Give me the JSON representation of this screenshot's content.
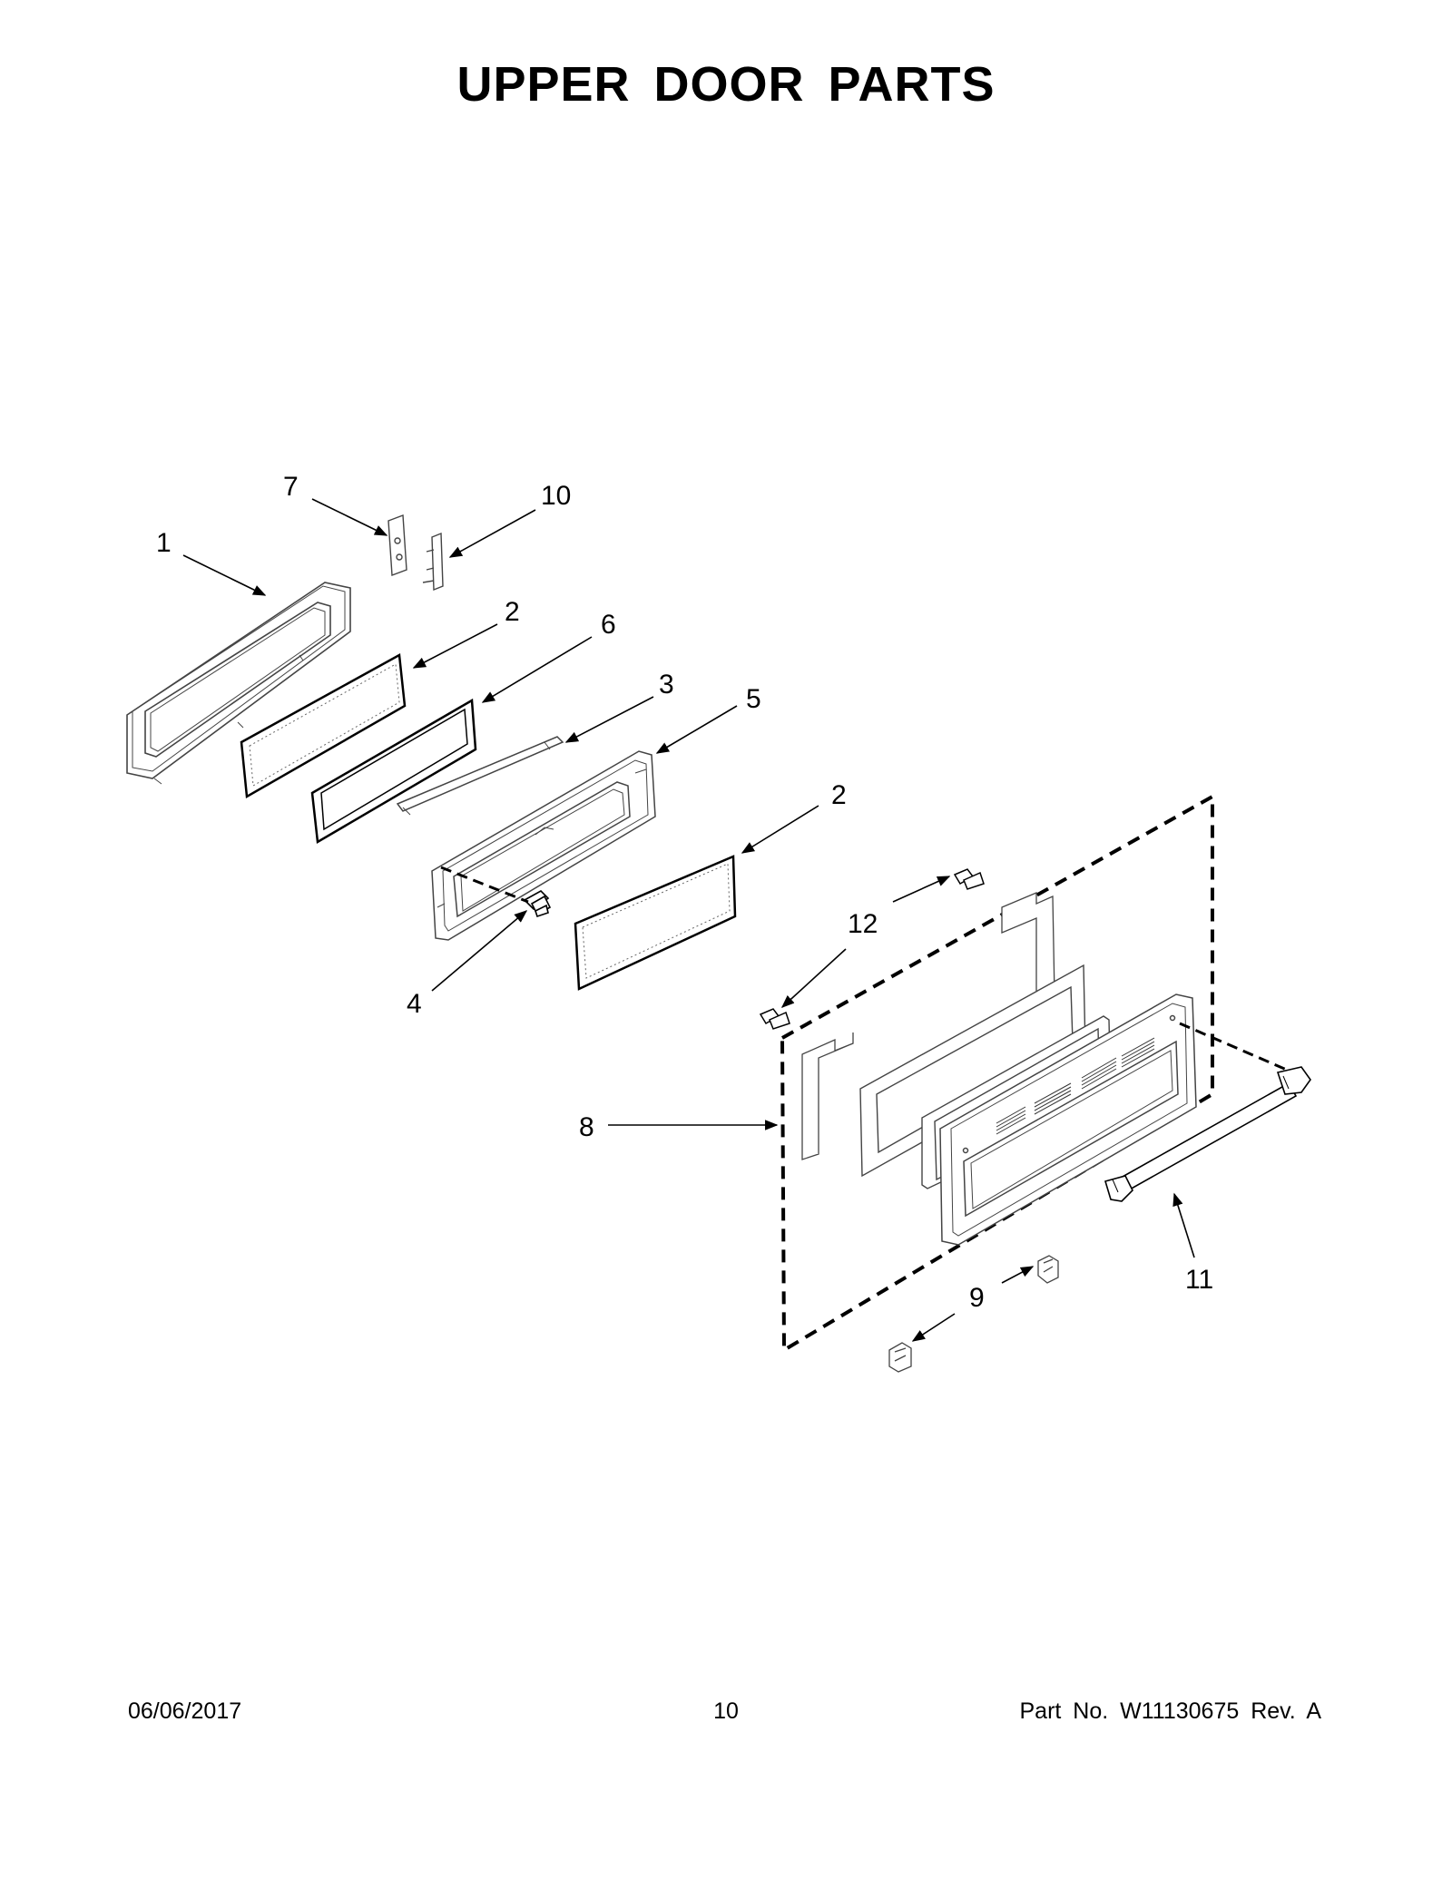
{
  "title": "UPPER DOOR PARTS",
  "callouts": {
    "c1": "1",
    "c2a": "2",
    "c2b": "2",
    "c3": "3",
    "c4": "4",
    "c5": "5",
    "c6": "6",
    "c7": "7",
    "c8": "8",
    "c9": "9",
    "c10": "10",
    "c11": "11",
    "c12": "12"
  },
  "footer": {
    "date": "06/06/2017",
    "page": "10",
    "part_no": "Part No.  W11130675  Rev.  A"
  }
}
